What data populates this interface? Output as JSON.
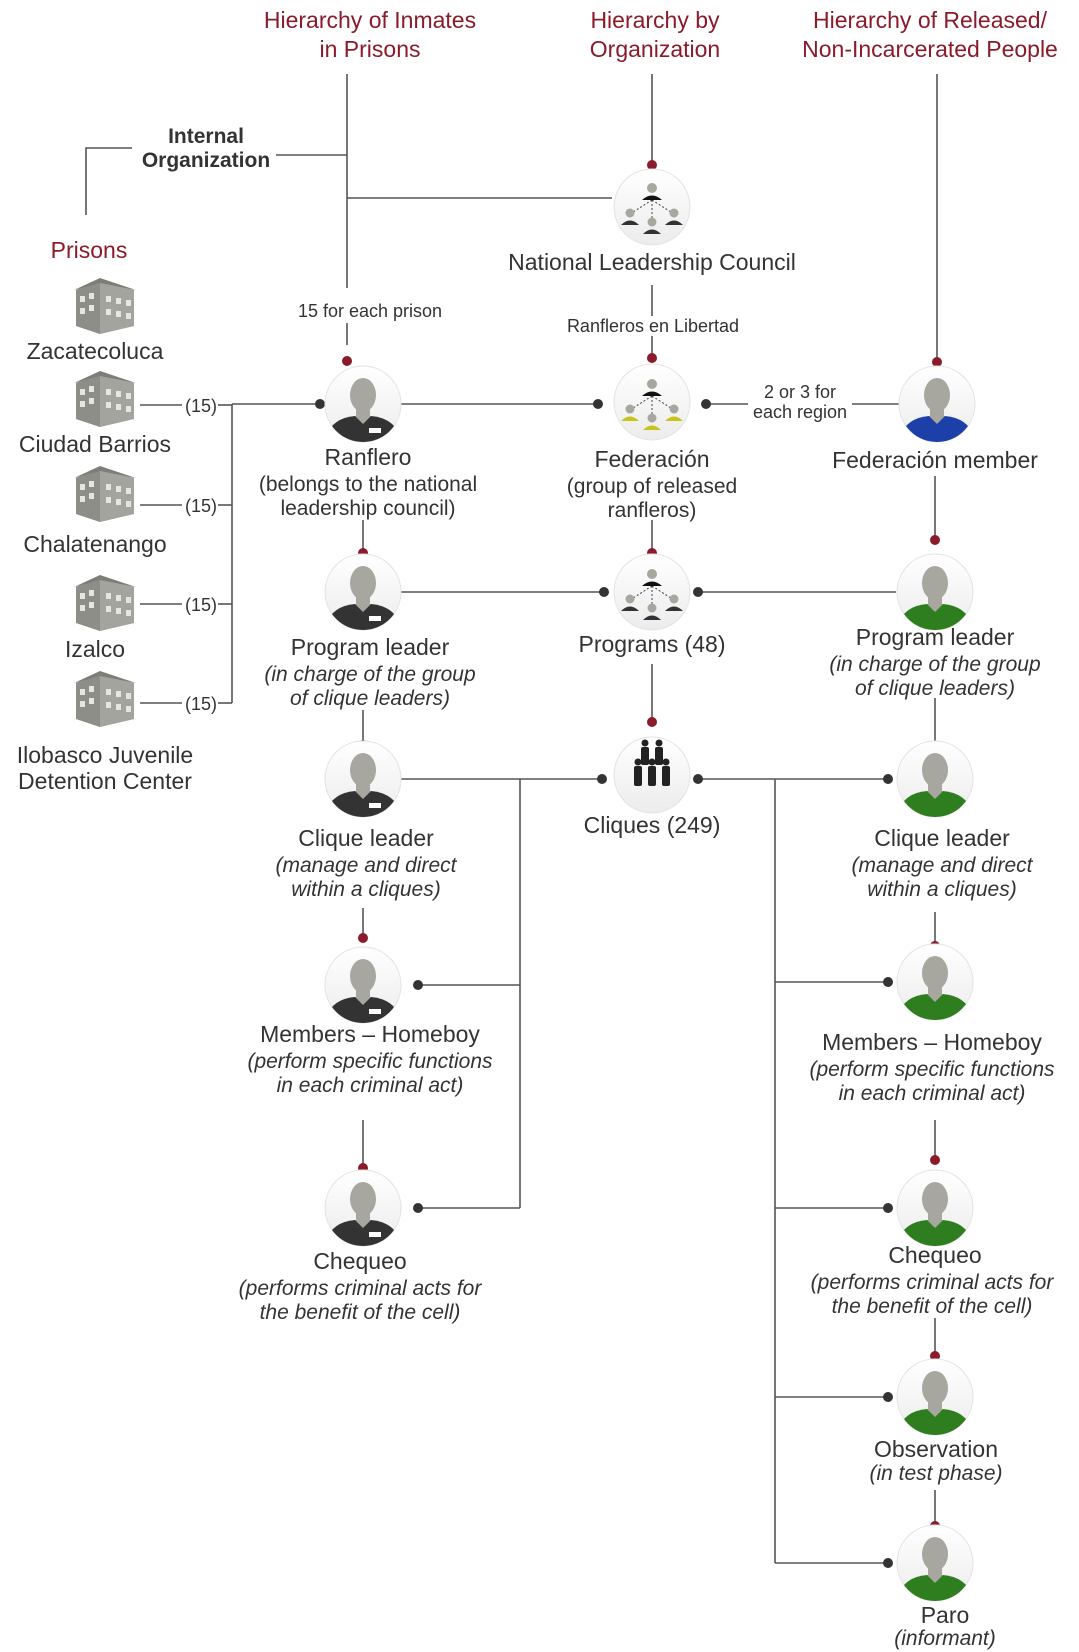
{
  "headers": {
    "inmates": "Hierarchy of Inmates\nin Prisons",
    "organization": "Hierarchy by\nOrganization",
    "released": "Hierarchy of Released/\nNon-Incarcerated People"
  },
  "internal_organization": "Internal\nOrganization",
  "prisons_title": "Prisons",
  "prisons": [
    {
      "name": "Zacatecoluca",
      "count": ""
    },
    {
      "name": "Ciudad Barrios",
      "count": "(15)"
    },
    {
      "name": "Chalatenango",
      "count": "(15)"
    },
    {
      "name": "Izalco",
      "count": "(15)"
    },
    {
      "name": "Ilobasco Juvenile\nDetention Center",
      "count": "(15)"
    }
  ],
  "labels": {
    "fifteen_each_prison": "15 for each prison",
    "ranfleros_libertad": "Ranfleros en Libertad",
    "two_or_three": "2 or 3 for\neach region"
  },
  "org": {
    "nlc": "National Leadership Council",
    "federacion_title": "Federación",
    "federacion_sub": "(group of released\nranfleros)",
    "programs": "Programs (48)",
    "cliques": "Cliques (249)"
  },
  "inmates": {
    "ranflero_title": "Ranflero",
    "ranflero_sub": "(belongs to the national\nleadership council)",
    "program_title": "Program leader",
    "program_sub": "(in charge of the group\nof clique leaders)",
    "clique_title": "Clique leader",
    "clique_sub": "(manage and direct\nwithin a cliques)",
    "members_title": "Members – Homeboy",
    "members_sub": "(perform specific functions\nin each criminal act)",
    "chequeo_title": "Chequeo",
    "chequeo_sub": "(performs criminal acts for\nthe benefit of the cell)"
  },
  "released": {
    "fed_member": "Federación member",
    "program_title": "Program leader",
    "program_sub": "(in charge of the group\nof clique leaders)",
    "clique_title": "Clique leader",
    "clique_sub": "(manage and direct\nwithin a cliques)",
    "members_title": "Members – Homeboy",
    "members_sub": "(perform specific functions\nin each criminal act)",
    "chequeo_title": "Chequeo",
    "chequeo_sub": "(performs criminal acts for\nthe benefit of the cell)",
    "observation_title": "Observation",
    "observation_sub": "(in test phase)",
    "paro_title": "Paro",
    "paro_sub": "(informant)"
  },
  "colors": {
    "accent": "#8b1a2b",
    "line": "#555555",
    "inmate_shirt": "#333333",
    "released_shirt": "#2e7d1e",
    "fed_member_shirt": "#1c3fa8",
    "federacion_yellow": "#c7c41a",
    "figure_gray": "#a7a7a0",
    "building": "#9c9c96"
  }
}
